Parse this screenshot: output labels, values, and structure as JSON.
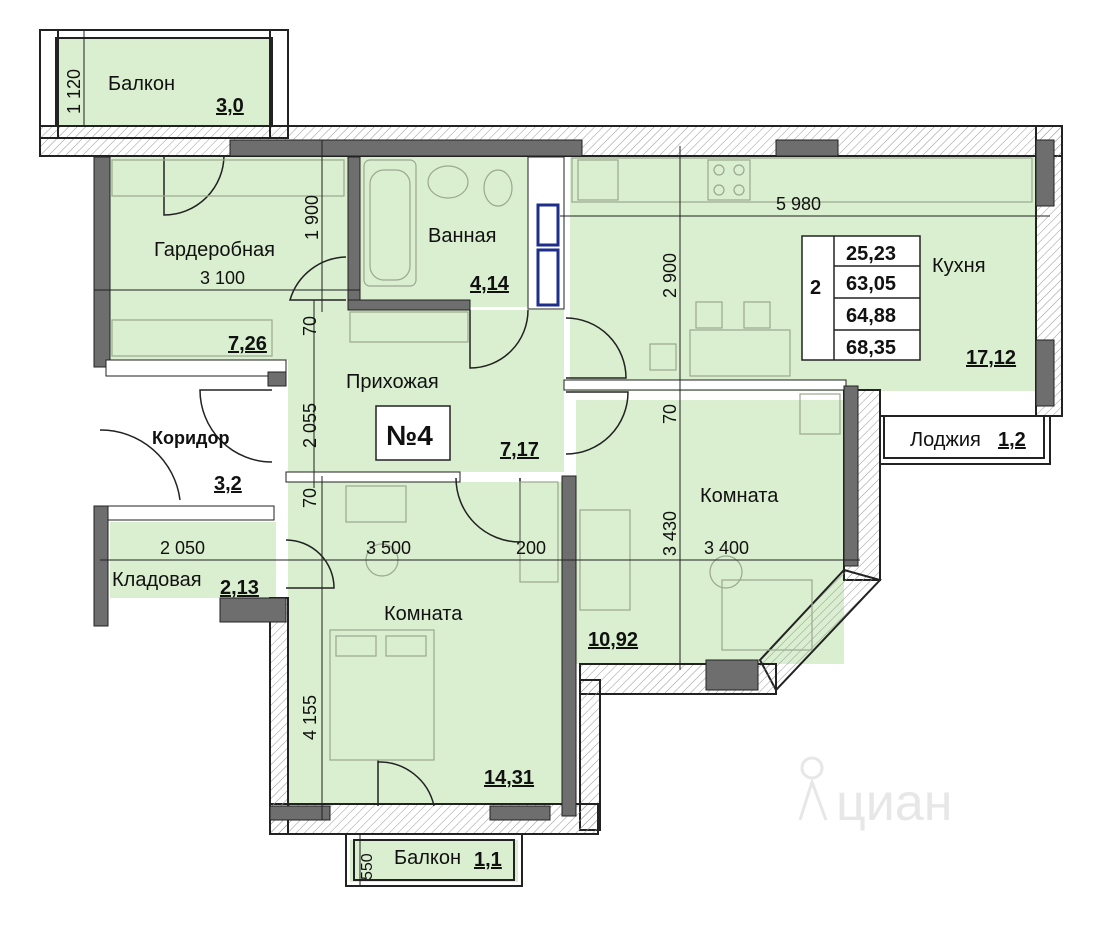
{
  "plan_number": "№4",
  "rooms": {
    "balcony_top": {
      "name": "Балкон",
      "area": "3,0"
    },
    "wardrobe": {
      "name": "Гардеробная",
      "area": "7,26"
    },
    "bathroom": {
      "name": "Ванная",
      "area": "4,14"
    },
    "kitchen": {
      "name": "Кухня",
      "area": "17,12"
    },
    "hallway": {
      "name": "Прихожая",
      "area": "7,17"
    },
    "corridor": {
      "name": "Коридор",
      "area": "3,2"
    },
    "loggia": {
      "name": "Лоджия",
      "area": "1,2"
    },
    "room_right": {
      "name": "Комната",
      "area": "10,92"
    },
    "storage": {
      "name": "Кладовая",
      "area": "2,13"
    },
    "room_left": {
      "name": "Комната",
      "area": "14,31"
    },
    "balcony_bottom": {
      "name": "Балкон",
      "area": "1,1"
    }
  },
  "summary": {
    "rooms_count": "2",
    "living_area": "25,23",
    "total_area": "63,05",
    "area_reduced": "64,88",
    "area_full": "68,35"
  },
  "dimensions": {
    "balcony_top_depth": "1 120",
    "wardrobe_depth": "1 900",
    "wardrobe_width": "3 100",
    "kitchen_width": "5 980",
    "kitchen_depth": "2 900",
    "hall_gap_top": "70",
    "hall_depth": "2 055",
    "hall_gap_bottom": "70",
    "kitchen_gap": "70",
    "room_right_depth": "3 430",
    "storage_width": "2 050",
    "room_left_width": "3 500",
    "wall_thickness": "200",
    "room_right_width": "3 400",
    "room_left_depth": "4 155",
    "balcony_bottom_depth": "550"
  },
  "watermark": "циан",
  "colors": {
    "floor": "#d9efcf",
    "wall": "#6e6e6e",
    "outer_line": "#222222",
    "window": "#1d2f8a"
  }
}
